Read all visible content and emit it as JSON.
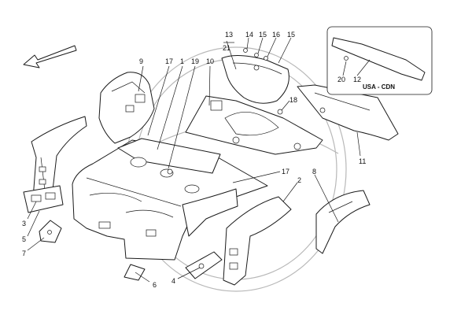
{
  "diagram": {
    "callouts": {
      "c1": "1",
      "c2": "2",
      "c3": "3",
      "c4": "4",
      "c5": "5",
      "c6": "6",
      "c7": "7",
      "c8": "8",
      "c9": "9",
      "c10": "10",
      "c11": "11",
      "c12": "12",
      "c13": "13",
      "c14": "14",
      "c15a": "15",
      "c15b": "15",
      "c16": "16",
      "c17a": "17",
      "c17b": "17",
      "c18": "18",
      "c19": "19",
      "c20": "20",
      "c21": "21"
    },
    "inset": {
      "label": "USA - CDN"
    },
    "colors": {
      "line": "#1a1a1a",
      "ghost": "#b8b8b8",
      "background": "#ffffff"
    }
  }
}
